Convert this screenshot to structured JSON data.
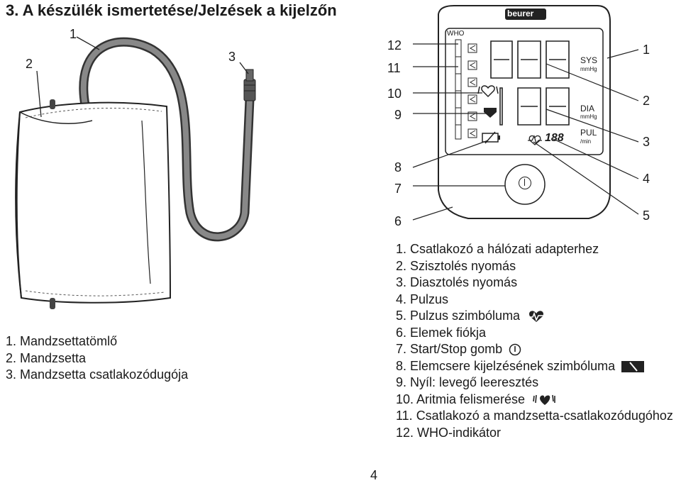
{
  "title": "3. A készülék ismertetése/Jelzések a kijelzőn",
  "cuff_callouts": [
    "1",
    "2",
    "3"
  ],
  "cuff_legend": [
    "1. Mandzsettatömlő",
    "2. Mandzsetta",
    "3. Mandzsetta csatlakozódugója"
  ],
  "device_left_callouts": [
    "12",
    "11",
    "10",
    "9",
    "8",
    "7",
    "6"
  ],
  "device_right_callouts": [
    "1",
    "2",
    "3",
    "4",
    "5"
  ],
  "device": {
    "brand": "beurer",
    "who_label": "WHO",
    "sys_label": "SYS",
    "sys_unit": "mmHg",
    "dia_label": "DIA",
    "dia_unit": "mmHg",
    "pul_label": "PUL",
    "pul_unit": "/min",
    "pulse_digits": "188"
  },
  "device_legend": [
    "1. Csatlakozó a hálózati adapterhez",
    "2. Szisztolés nyomás",
    "3. Diasztolés nyomás",
    "4. Pulzus",
    "5. Pulzus szimbóluma",
    "6. Elemek fiókja",
    "7. Start/Stop gomb",
    "8. Elemcsere kijelzésének szimbóluma",
    "9. Nyíl: levegő leeresztés",
    "10. Aritmia felismerése",
    "11. Csatlakozó a mandzsetta-csatlakozódugóhoz",
    "12. WHO-indikátor"
  ],
  "page_number": "4",
  "icons": [
    "heart-pulse-icon",
    "power-icon",
    "battery-icon",
    "arrhythmia-heart-icon",
    "deflate-arrow-icon"
  ]
}
